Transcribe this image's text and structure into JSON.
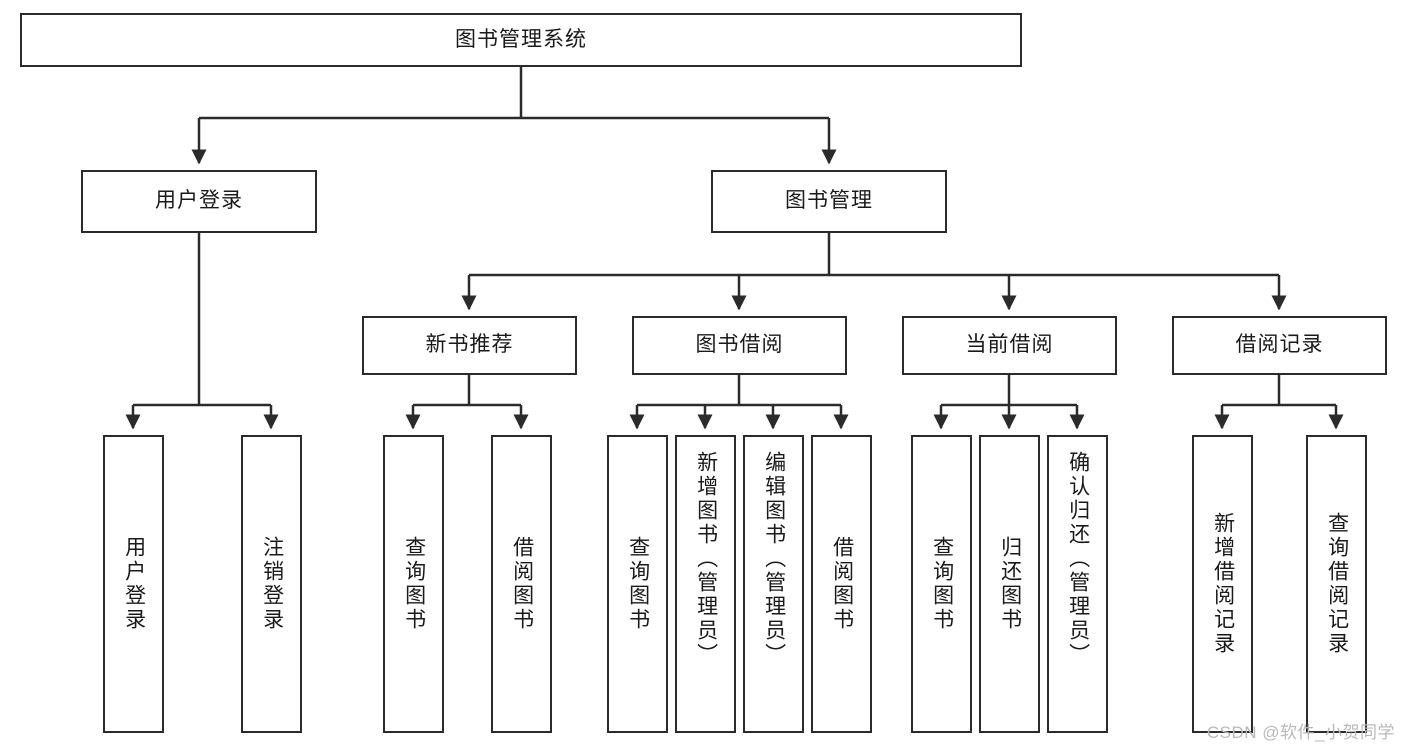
{
  "diagram": {
    "type": "tree",
    "title": "图书管理系统",
    "orientation": "top-down",
    "colors": {
      "box_border": "#2b2b2b",
      "box_fill": "#ffffff",
      "edge": "#2b2b2b",
      "text": "#1a1a1a",
      "watermark": "#b9b9b9",
      "background": "#ffffff"
    },
    "root": {
      "label": "图书管理系统"
    },
    "level2": [
      {
        "label": "用户登录"
      },
      {
        "label": "图书管理"
      }
    ],
    "level3": [
      {
        "label": "新书推荐"
      },
      {
        "label": "图书借阅"
      },
      {
        "label": "当前借阅"
      },
      {
        "label": "借阅记录"
      }
    ],
    "leaves": {
      "user_login": [
        {
          "label": "用户登录"
        },
        {
          "label": "注销登录"
        }
      ],
      "new_book_recommend": [
        {
          "label": "查询图书"
        },
        {
          "label": "借阅图书"
        }
      ],
      "book_borrow": [
        {
          "label": "查询图书"
        },
        {
          "label": "新增图书（管理员）"
        },
        {
          "label": "编辑图书（管理员）"
        },
        {
          "label": "借阅图书"
        }
      ],
      "current_borrow": [
        {
          "label": "查询图书"
        },
        {
          "label": "归还图书"
        },
        {
          "label": "确认归还（管理员）"
        }
      ],
      "borrow_records": [
        {
          "label": "新增借阅记录"
        },
        {
          "label": "查询借阅记录"
        }
      ]
    }
  },
  "watermark": {
    "text": "CSDN @软件_小贺同学"
  }
}
